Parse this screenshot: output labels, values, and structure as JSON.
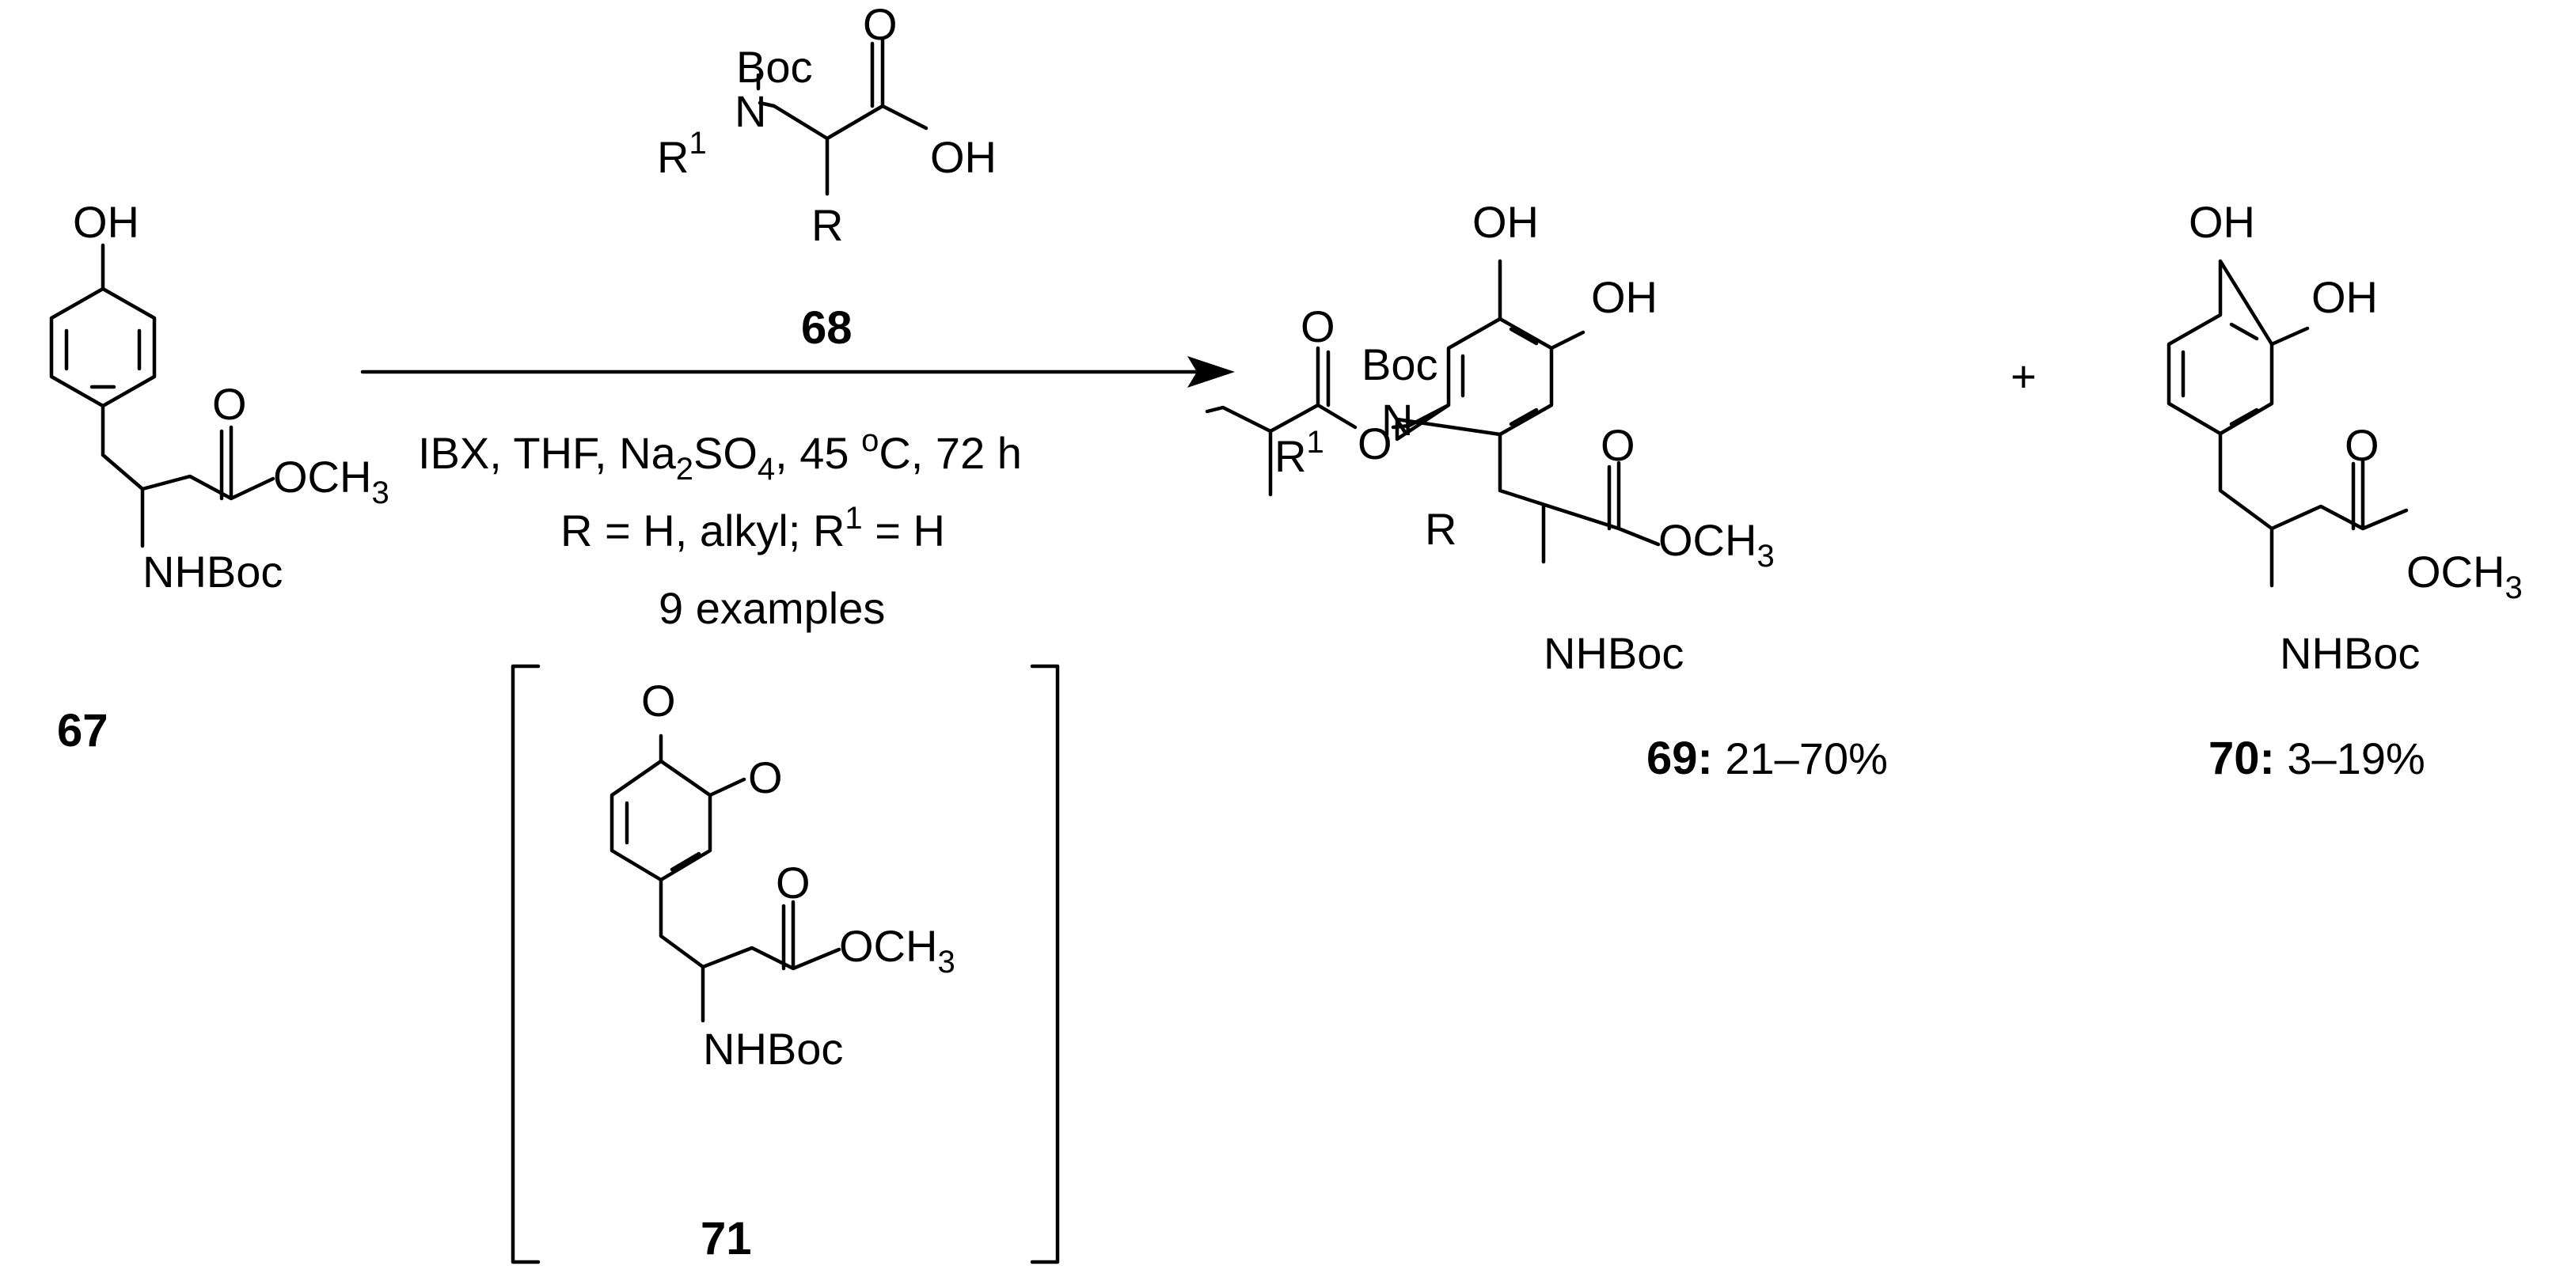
{
  "atoms": {
    "boc": "Boc",
    "n": "N",
    "r": "R",
    "r1": "R",
    "r1_sup": "1",
    "oh": "OH",
    "o": "O",
    "och3_main": "OCH",
    "och3_sub": "3",
    "nhboc": "NHBoc"
  },
  "compounds": {
    "c67": "67",
    "c68": "68",
    "c69": "69:",
    "c69_yield": " 21–70%",
    "c70": "70:",
    "c70_yield": " 3–19%",
    "c71": "71"
  },
  "conditions": {
    "line1_a": "IBX, THF, Na",
    "line1_sub1": "2",
    "line1_b": "SO",
    "line1_sub2": "4",
    "line1_c": ", 45 ",
    "line1_sup": "o",
    "line1_d": "C, 72 h",
    "line2_a": "R = H, alkyl; R",
    "line2_sup": "1",
    "line2_b": " = H",
    "line3": "9 examples"
  },
  "plus": "+"
}
